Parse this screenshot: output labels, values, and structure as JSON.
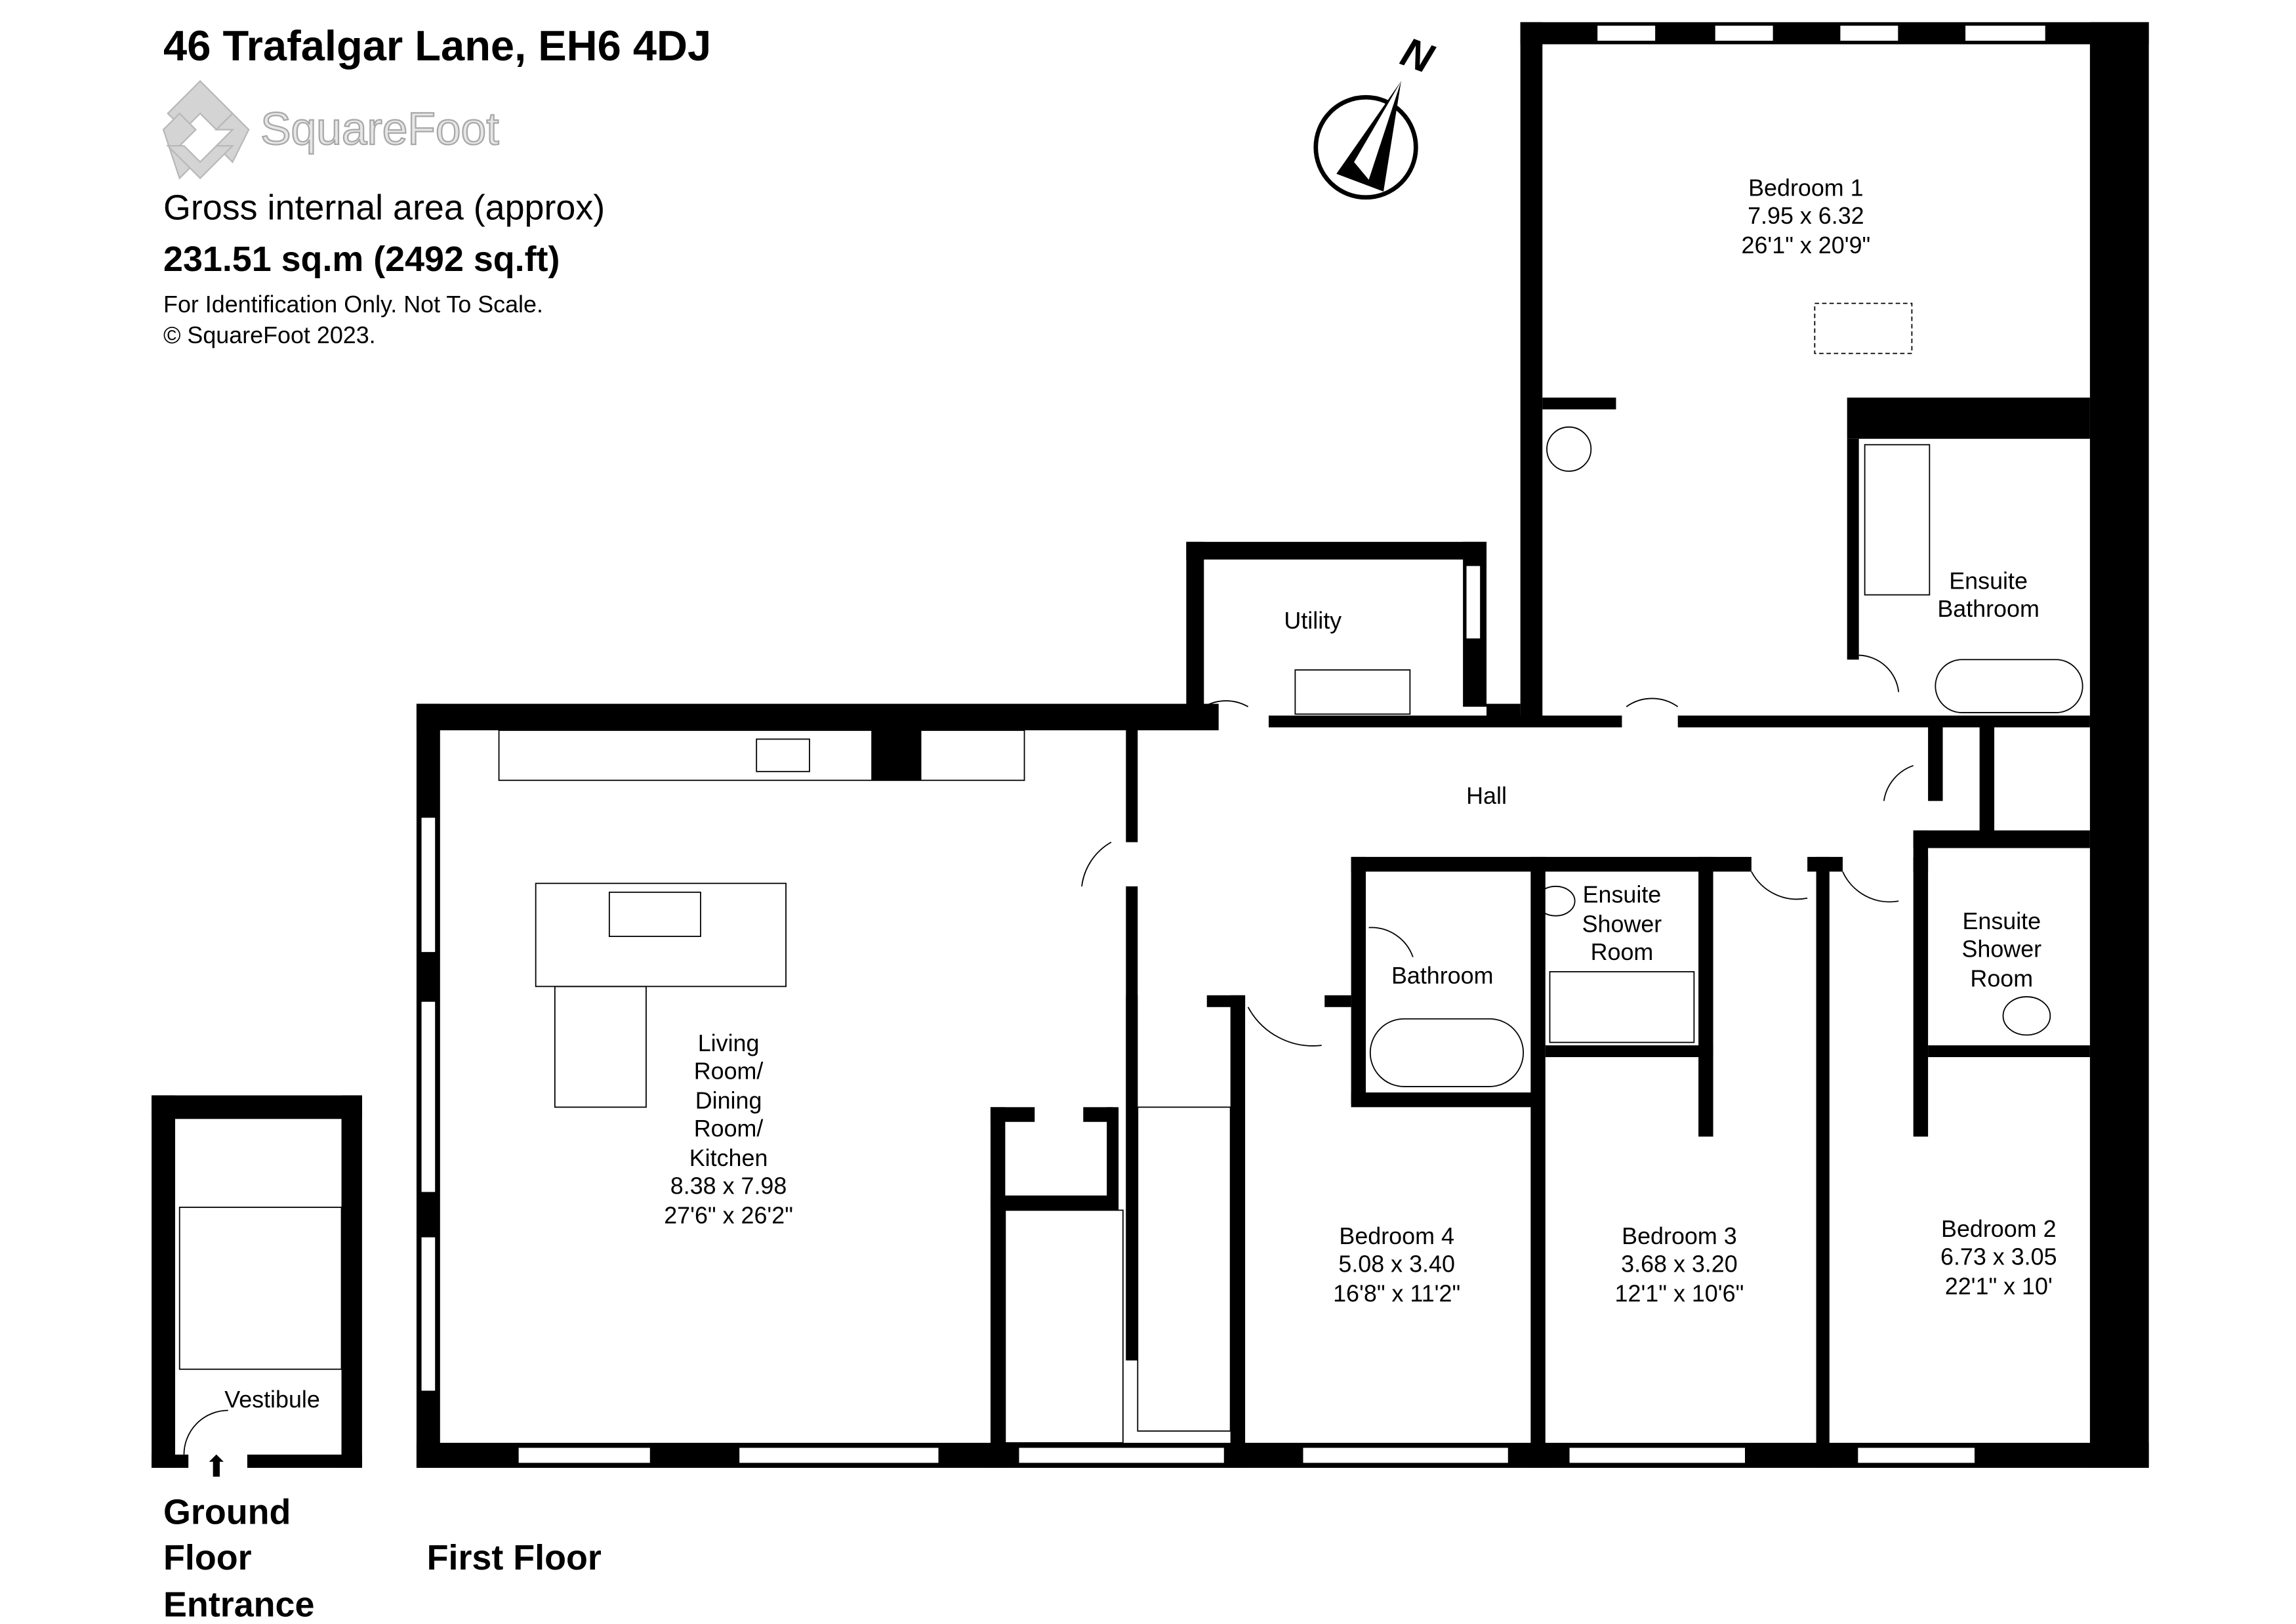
{
  "header": {
    "title": "46 Trafalgar Lane, EH6 4DJ",
    "logo_text": "SquareFoot",
    "area_label": "Gross internal area (approx)",
    "area_value": "231.51 sq.m (2492 sq.ft)",
    "disclaimer": "For Identification Only. Not To Scale.",
    "copyright": "© SquareFoot 2023."
  },
  "compass": {
    "label": "N",
    "icon": "north-arrow-icon"
  },
  "floors": {
    "ground": [
      "Ground",
      "Floor",
      "Entrance"
    ],
    "first": "First Floor"
  },
  "rooms": {
    "bedroom1": {
      "name": "Bedroom 1",
      "metric": "7.95 x 6.32",
      "imperial": "26'1\" x 20'9\""
    },
    "utility": {
      "name": "Utility"
    },
    "ensuite_bathroom": {
      "name": [
        "Ensuite",
        "Bathroom"
      ]
    },
    "hall": {
      "name": "Hall"
    },
    "ensuite_shower_1": {
      "name": [
        "Ensuite",
        "Shower",
        "Room"
      ]
    },
    "ensuite_shower_2": {
      "name": [
        "Ensuite",
        "Shower",
        "Room"
      ]
    },
    "bathroom": {
      "name": "Bathroom"
    },
    "living": {
      "name": [
        "Living",
        "Room/",
        "Dining",
        "Room/",
        "Kitchen"
      ],
      "metric": "8.38 x 7.98",
      "imperial": "27'6\" x 26'2\""
    },
    "bedroom4": {
      "name": "Bedroom 4",
      "metric": "5.08 x 3.40",
      "imperial": "16'8\" x 11'2\""
    },
    "bedroom3": {
      "name": "Bedroom 3",
      "metric": "3.68 x 3.20",
      "imperial": "12'1\" x 10'6\""
    },
    "bedroom2": {
      "name": "Bedroom 2",
      "metric": "6.73 x 3.05",
      "imperial": "22'1\" x 10'"
    },
    "vestibule": {
      "name": "Vestibule"
    }
  },
  "colors": {
    "walls": "#000000",
    "logo": "#c8c8c8"
  }
}
